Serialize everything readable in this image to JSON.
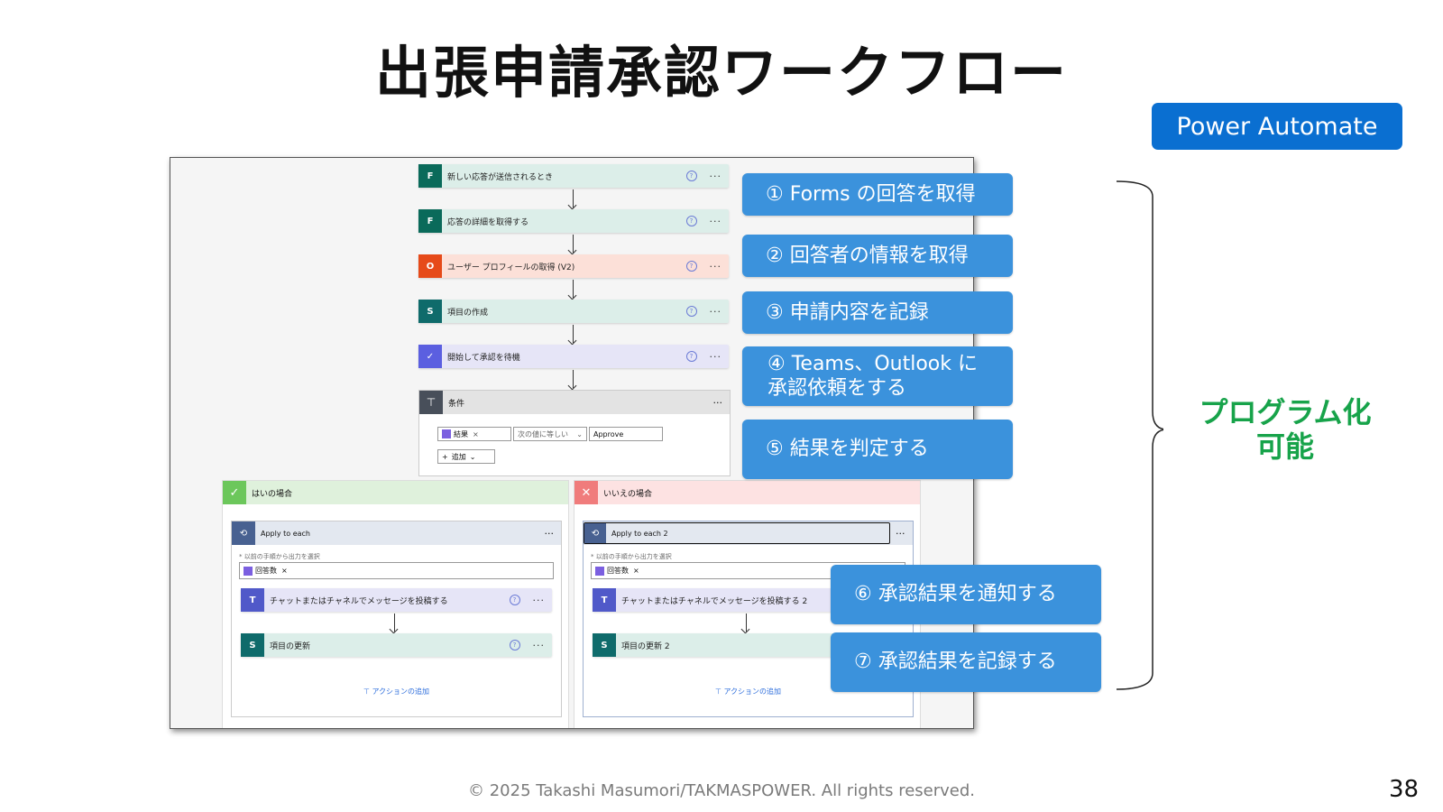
{
  "title": "出張申請承認ワークフロー",
  "badge": "Power Automate",
  "flow": {
    "steps": [
      {
        "label": "新しい応答が送信されるとき",
        "icon": "forms-icon",
        "color": "#0a6a5a",
        "bg": "#dceee9"
      },
      {
        "label": "応答の詳細を取得する",
        "icon": "forms-icon",
        "color": "#0a6a5a",
        "bg": "#dceee9"
      },
      {
        "label": "ユーザー プロフィールの取得 (V2)",
        "icon": "office-icon",
        "color": "#e64a19",
        "bg": "#fce0d8"
      },
      {
        "label": "項目の作成",
        "icon": "sharepoint-icon",
        "color": "#0f6b6b",
        "bg": "#dceee9"
      },
      {
        "label": "開始して承認を待機",
        "icon": "approvals-icon",
        "color": "#5b5fe0",
        "bg": "#e6e5f7"
      }
    ],
    "condition": {
      "label": "条件",
      "token": "結果",
      "operator": "次の値に等しい",
      "value": "Approve",
      "add": "追加"
    },
    "yes_branch": {
      "label": "はいの場合",
      "loop": "Apply to each",
      "select_label": "* 以前の手順から出力を選択",
      "token": "回答数",
      "steps": [
        "チャットまたはチャネルでメッセージを投稿する",
        "項目の更新"
      ],
      "add_action": "アクションの追加"
    },
    "no_branch": {
      "label": "いいえの場合",
      "loop": "Apply to each 2",
      "select_label": "* 以前の手順から出力を選択",
      "token": "回答数",
      "steps": [
        "チャットまたはチャネルでメッセージを投稿する 2",
        "項目の更新 2"
      ],
      "add_action": "アクションの追加"
    }
  },
  "callouts": [
    "① Forms の回答を取得",
    "② 回答者の情報を取得",
    "③ 申請内容を記録",
    "④ Teams、Outlook に\n承認依頼をする",
    "⑤ 結果を判定する",
    "⑥ 承認結果を通知する",
    "⑦ 承認結果を記録する"
  ],
  "program_label": "プログラム化\n可能",
  "footer": "© 2025 Takashi Masumori/TAKMASPOWER. All rights reserved.",
  "page_number": "38"
}
